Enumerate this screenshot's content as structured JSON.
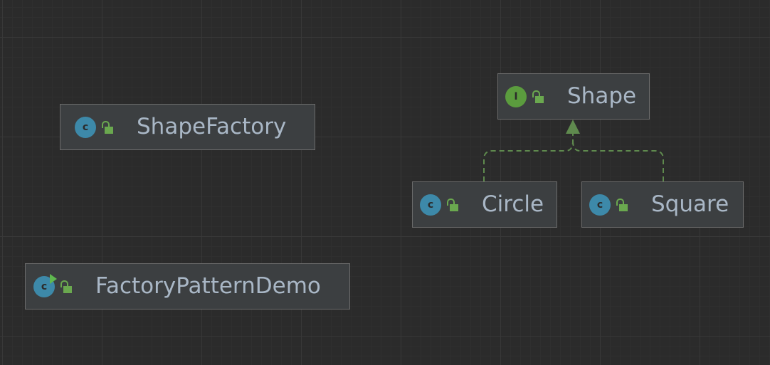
{
  "diagram": {
    "nodes": [
      {
        "id": "ShapeFactory",
        "label": "ShapeFactory",
        "kind": "class",
        "kind_letter": "c",
        "access": "public"
      },
      {
        "id": "FactoryPatternDemo",
        "label": "FactoryPatternDemo",
        "kind": "class-runnable",
        "kind_letter": "c",
        "access": "public"
      },
      {
        "id": "Shape",
        "label": "Shape",
        "kind": "interface",
        "kind_letter": "I",
        "access": "public"
      },
      {
        "id": "Circle",
        "label": "Circle",
        "kind": "class",
        "kind_letter": "c",
        "access": "public"
      },
      {
        "id": "Square",
        "label": "Square",
        "kind": "class",
        "kind_letter": "c",
        "access": "public"
      }
    ],
    "edges": [
      {
        "from": "Circle",
        "to": "Shape",
        "type": "implements",
        "style": "dashed"
      },
      {
        "from": "Square",
        "to": "Shape",
        "type": "implements",
        "style": "dashed"
      }
    ],
    "colors": {
      "background": "#2b2b2b",
      "node_fill": "#3c3f41",
      "node_border": "#6b6b6b",
      "text": "#a9b7c6",
      "class_icon": "#3d89a9",
      "interface_icon": "#5b9c3e",
      "access_icon": "#6aa84f",
      "edge": "#5f8a4e"
    }
  }
}
